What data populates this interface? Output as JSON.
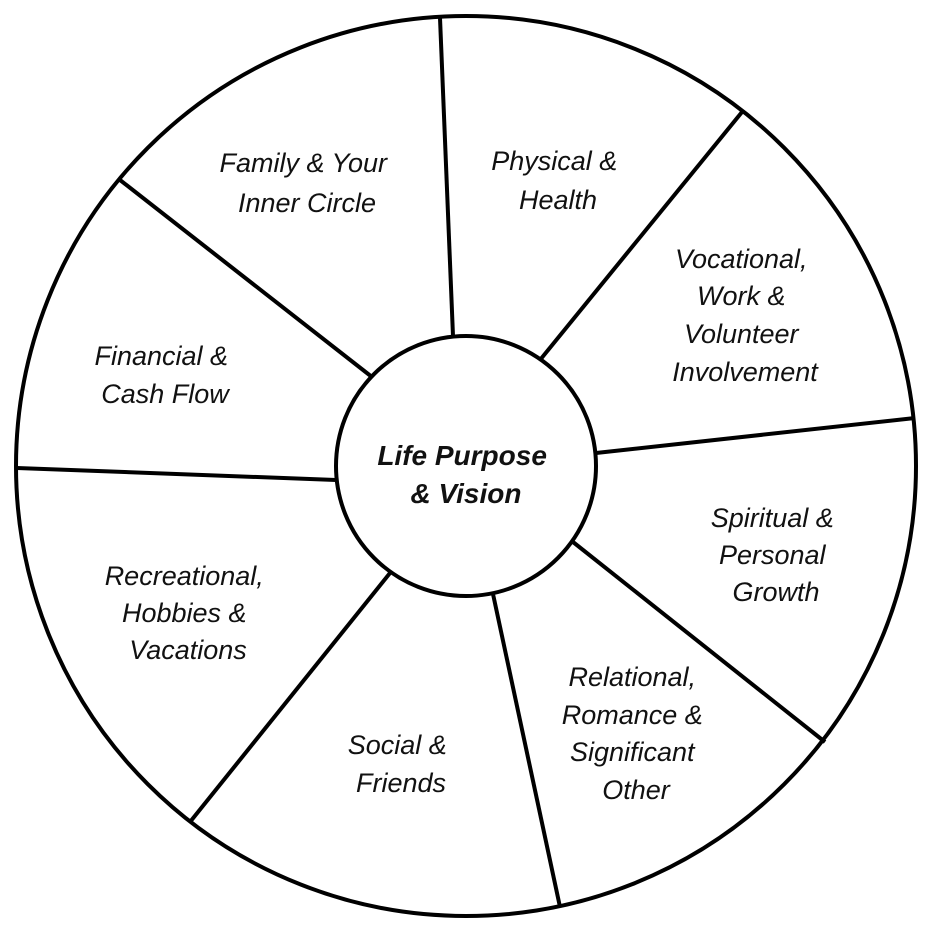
{
  "center": {
    "lines": [
      "Life Purpose",
      "& Vision"
    ]
  },
  "segments": [
    {
      "id": "family",
      "lines": [
        "Family & Your",
        "Inner Circle"
      ]
    },
    {
      "id": "physical",
      "lines": [
        "Physical &",
        "Health"
      ]
    },
    {
      "id": "vocational",
      "lines": [
        "Vocational,",
        "Work &",
        "Volunteer",
        "Involvement"
      ]
    },
    {
      "id": "spiritual",
      "lines": [
        "Spiritual &",
        "Personal",
        "Growth"
      ]
    },
    {
      "id": "relational",
      "lines": [
        "Relational,",
        "Romance &",
        "Significant",
        "Other"
      ]
    },
    {
      "id": "social",
      "lines": [
        "Social &",
        "Friends"
      ]
    },
    {
      "id": "recreational",
      "lines": [
        "Recreational,",
        "Hobbies &",
        "Vacations"
      ]
    },
    {
      "id": "financial",
      "lines": [
        "Financial &",
        "Cash Flow"
      ]
    }
  ]
}
